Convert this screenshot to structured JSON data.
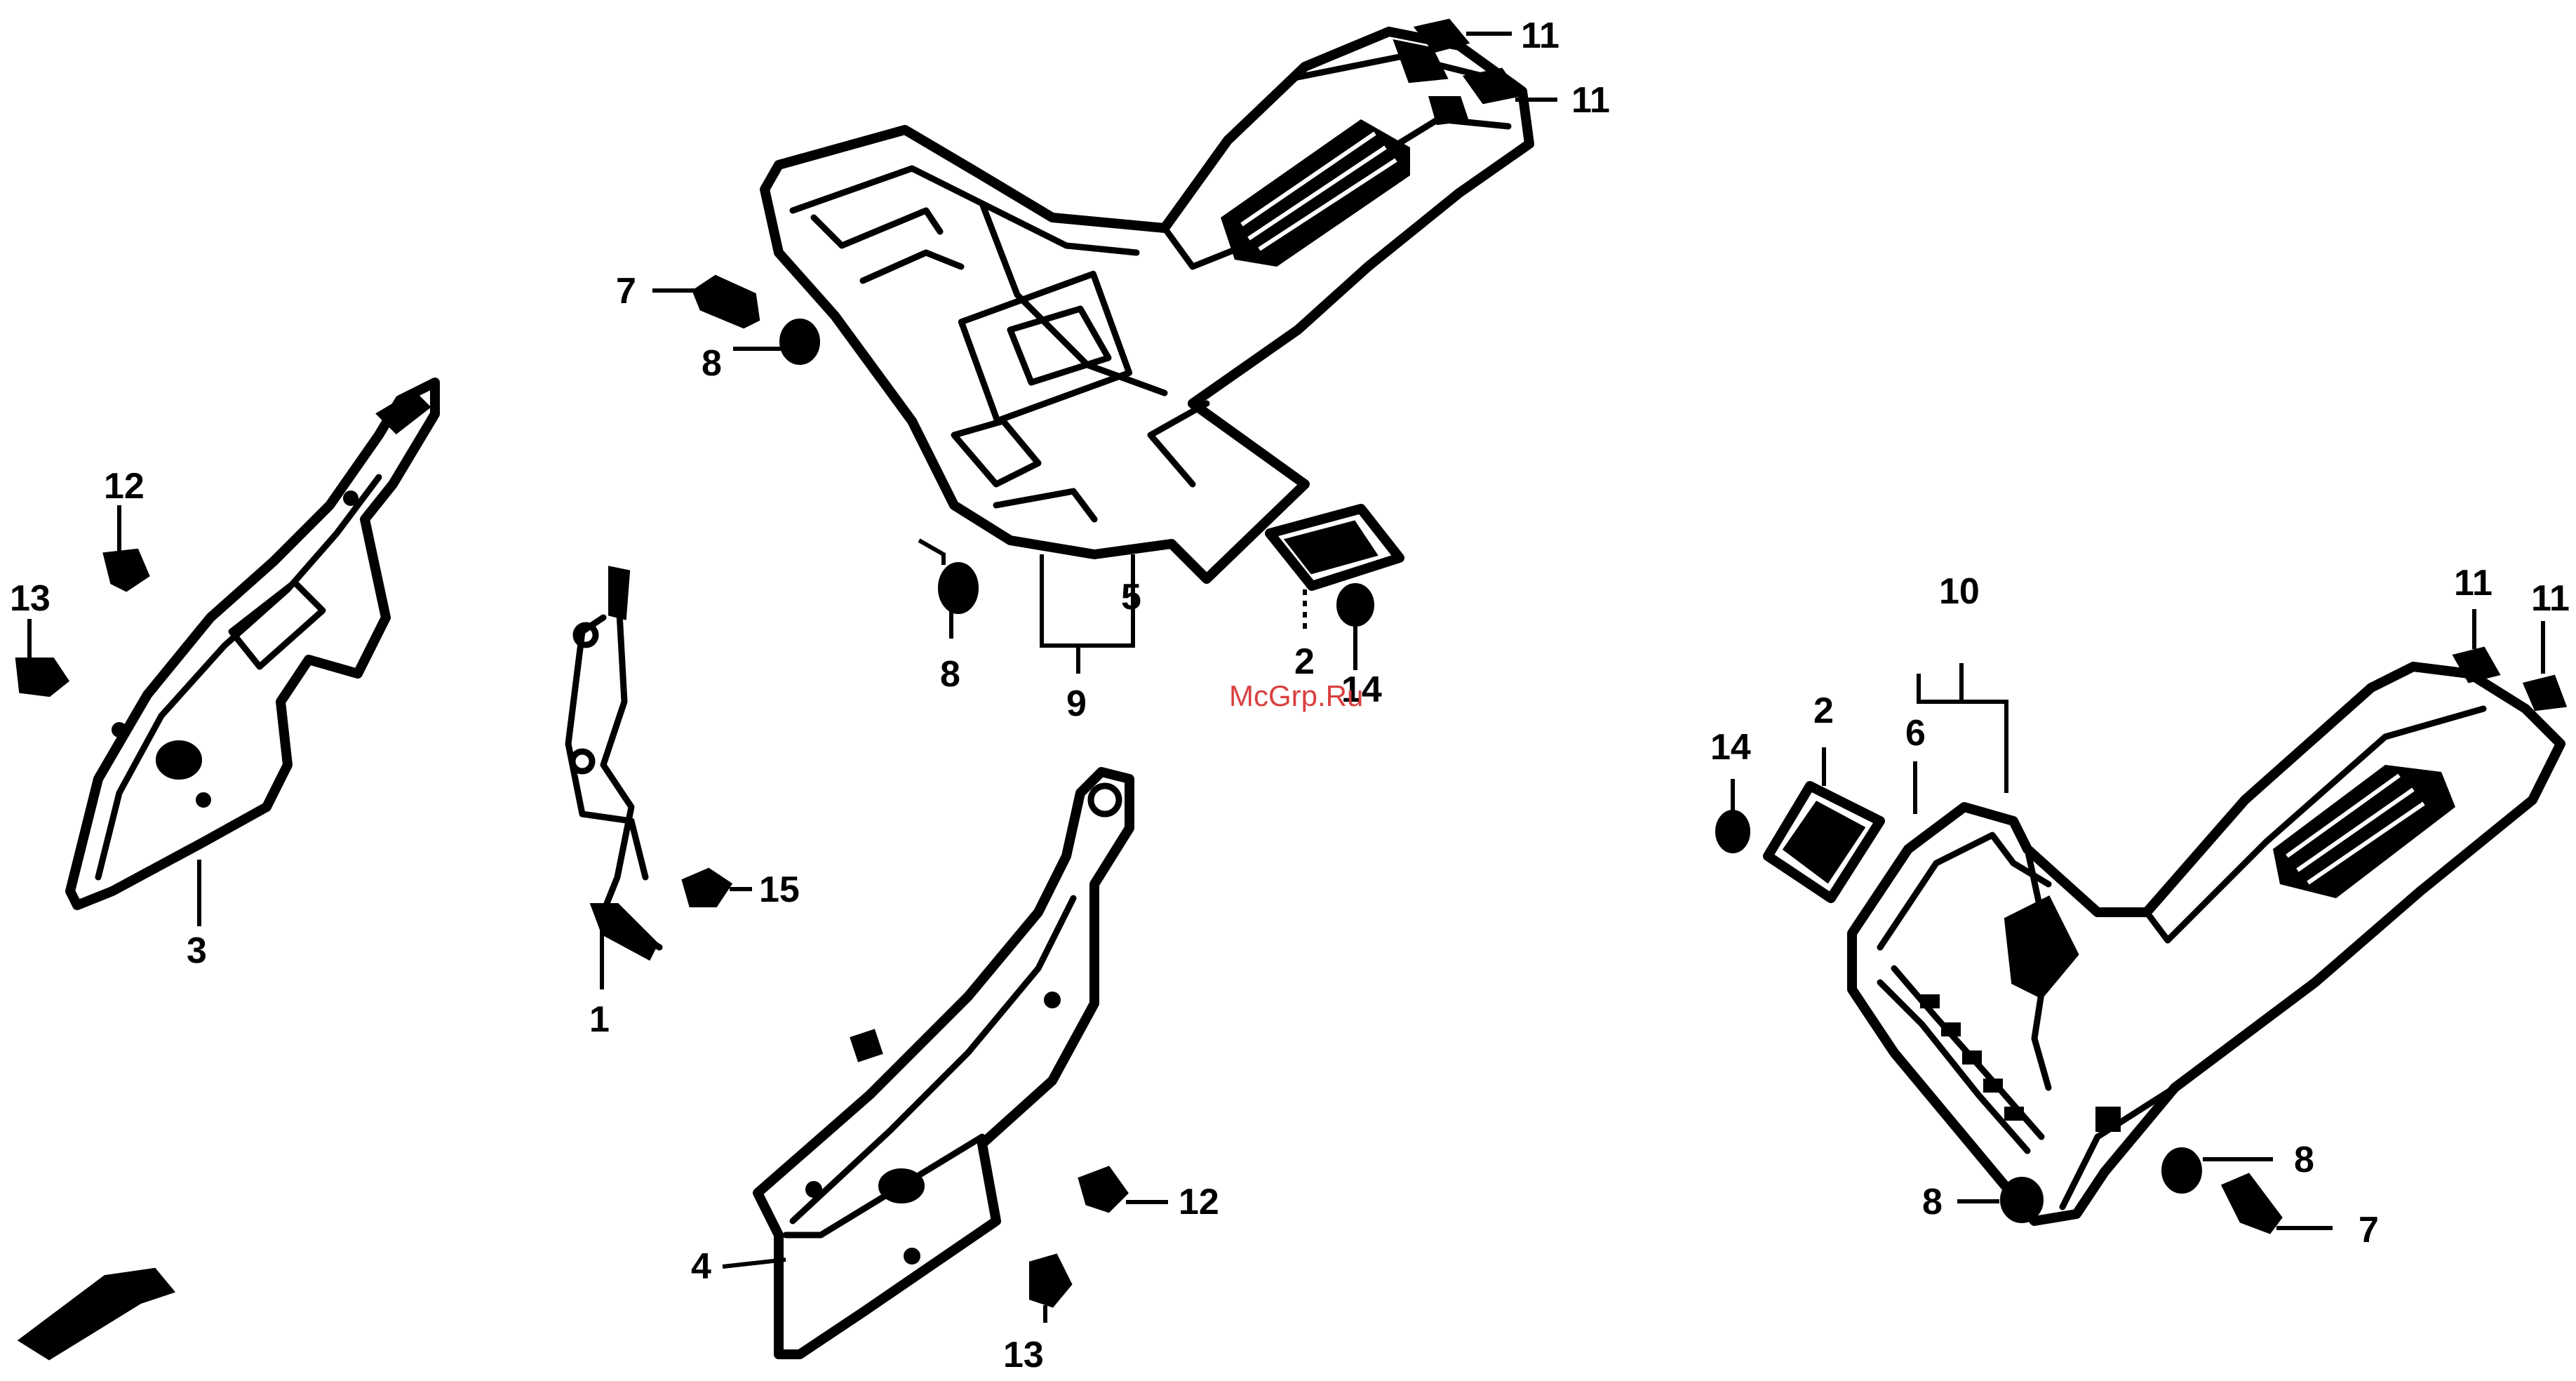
{
  "watermark": "McGrp.Ru",
  "colors": {
    "line": "#000000",
    "background": "#ffffff",
    "watermark": "#d94040"
  },
  "callouts": {
    "c1": "1",
    "c2_top": "2",
    "c2_right": "2",
    "c3": "3",
    "c4": "4",
    "c5": "5",
    "c6": "6",
    "c7_top": "7",
    "c7_right": "7",
    "c8_top_a": "8",
    "c8_top_b": "8",
    "c8_right_a": "8",
    "c8_right_b": "8",
    "c9": "9",
    "c10": "10",
    "c11_top_a": "11",
    "c11_top_b": "11",
    "c11_right_a": "11",
    "c11_right_b": "11",
    "c12_left": "12",
    "c12_bottom": "12",
    "c13_left": "13",
    "c13_bottom": "13",
    "c14_top": "14",
    "c14_right": "14",
    "c15": "15"
  }
}
